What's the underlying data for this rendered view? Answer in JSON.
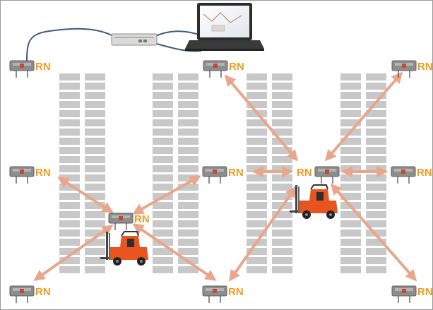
{
  "node_label": "RN",
  "nodes": [
    {
      "id": "top-left"
    },
    {
      "id": "top-center"
    },
    {
      "id": "top-right"
    },
    {
      "id": "mid-left"
    },
    {
      "id": "mid-center-left"
    },
    {
      "id": "mid-center-right"
    },
    {
      "id": "mid-right"
    },
    {
      "id": "forklift-left"
    },
    {
      "id": "bottom-left"
    },
    {
      "id": "bottom-center"
    },
    {
      "id": "bottom-right"
    }
  ],
  "links": [
    [
      "forklift-left",
      "mid-left"
    ],
    [
      "forklift-left",
      "mid-center-left"
    ],
    [
      "forklift-left",
      "bottom-left"
    ],
    [
      "forklift-left",
      "bottom-center"
    ],
    [
      "mid-center-right",
      "top-center"
    ],
    [
      "mid-center-right",
      "top-right"
    ],
    [
      "mid-center-right",
      "mid-center-left"
    ],
    [
      "mid-center-right",
      "mid-right"
    ],
    [
      "mid-center-right",
      "bottom-center"
    ],
    [
      "mid-center-right",
      "bottom-right"
    ]
  ],
  "colors": {
    "link": "#e8a68c",
    "label": "#f39a1e",
    "shelf": "#c8c8c8",
    "device": "#8d8d8d",
    "cable": "#3e5a78",
    "forklift_body": "#e8541e"
  },
  "icons": [
    "laptop-icon",
    "network-switch-icon",
    "forklift-icon",
    "reference-node-icon"
  ]
}
